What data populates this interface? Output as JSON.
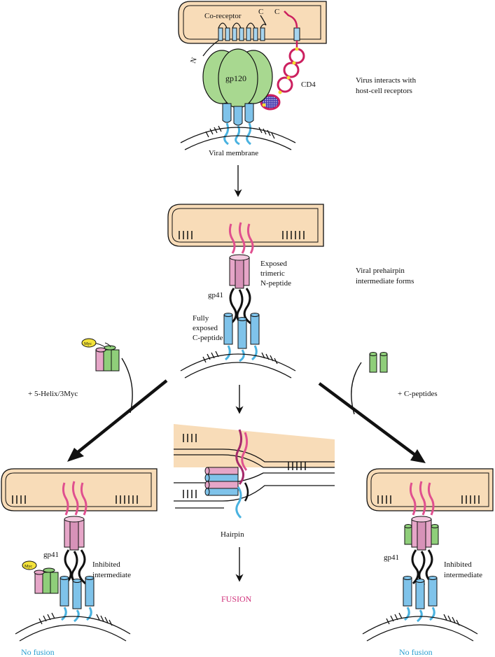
{
  "labels": {
    "co_receptor": "Co-receptor",
    "c_terminus_1": "C",
    "c_terminus_2": "C",
    "n_terminus": "N",
    "gp120": "gp120",
    "cd4": "CD4",
    "viral_membrane": "Viral membrane",
    "exposed_line1": "Exposed",
    "exposed_line2": "trimeric",
    "exposed_line3": "N-peptide",
    "gp41_center": "gp41",
    "fully_line1": "Fully",
    "fully_line2": "exposed",
    "fully_line3": "C-peptide",
    "hairpin": "Hairpin",
    "fusion": "FUSION",
    "gp41_left": "gp41",
    "gp41_right": "gp41",
    "inhibited_left_1": "Inhibited",
    "inhibited_left_2": "intermediate",
    "inhibited_right_1": "Inhibited",
    "inhibited_right_2": "intermediate",
    "no_fusion_left": "No fusion",
    "no_fusion_right": "No fusion",
    "myc_1": "Myc",
    "myc_2": "Myc"
  },
  "steps": {
    "interaction_1": "Virus interacts with",
    "interaction_2": "host-cell receptors",
    "prehairpin_1": "Viral prehairpin",
    "prehairpin_2": "intermediate forms",
    "helix_inhibitor": "+ 5-Helix/3Myc",
    "cpeptide_inhibitor": "+ C-peptides"
  },
  "colors": {
    "host_cell": "#f8dcb8",
    "gp120": "#a8d890",
    "gp41_c": "#7fc3ea",
    "gp41_n": "#e6a6c8",
    "pink_strand": "#e0508f",
    "cd4": "#cc1f5f",
    "cpeptide": "#8fce7a",
    "fusion_text": "#d0307a",
    "no_fusion_text": "#2a9fd0"
  }
}
